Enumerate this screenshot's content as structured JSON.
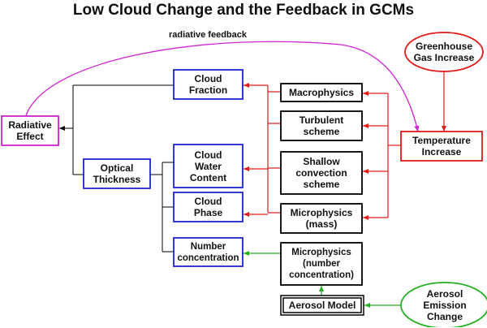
{
  "title": "Low Cloud Change and the Feedback in GCMs",
  "feedback_label": "radiative feedback",
  "colors": {
    "blue": "#1f24c8",
    "red": "#e01b1b",
    "magenta": "#d022d0",
    "green": "#22b022",
    "black": "#000000"
  },
  "nodes": {
    "radiative_effect": "Radiative\nEffect",
    "optical_thickness": "Optical\nThickness",
    "cloud_fraction": "Cloud\nFraction",
    "cloud_water_content": "Cloud\nWater\nContent",
    "cloud_phase": "Cloud\nPhase",
    "number_concentration": "Number\nconcentration",
    "macrophysics": "Macrophysics",
    "turbulent_scheme": "Turbulent\nscheme",
    "shallow_convection": "Shallow\nconvection\nscheme",
    "microphysics_mass": "Microphysics\n(mass)",
    "microphysics_number": "Microphysics\n(number\nconcentration)",
    "aerosol_model": "Aerosol Model",
    "greenhouse": "Greenhouse\nGas Increase",
    "temperature": "Temperature\nIncrease",
    "aerosol_emission": "Aerosol\nEmission\nChange"
  }
}
